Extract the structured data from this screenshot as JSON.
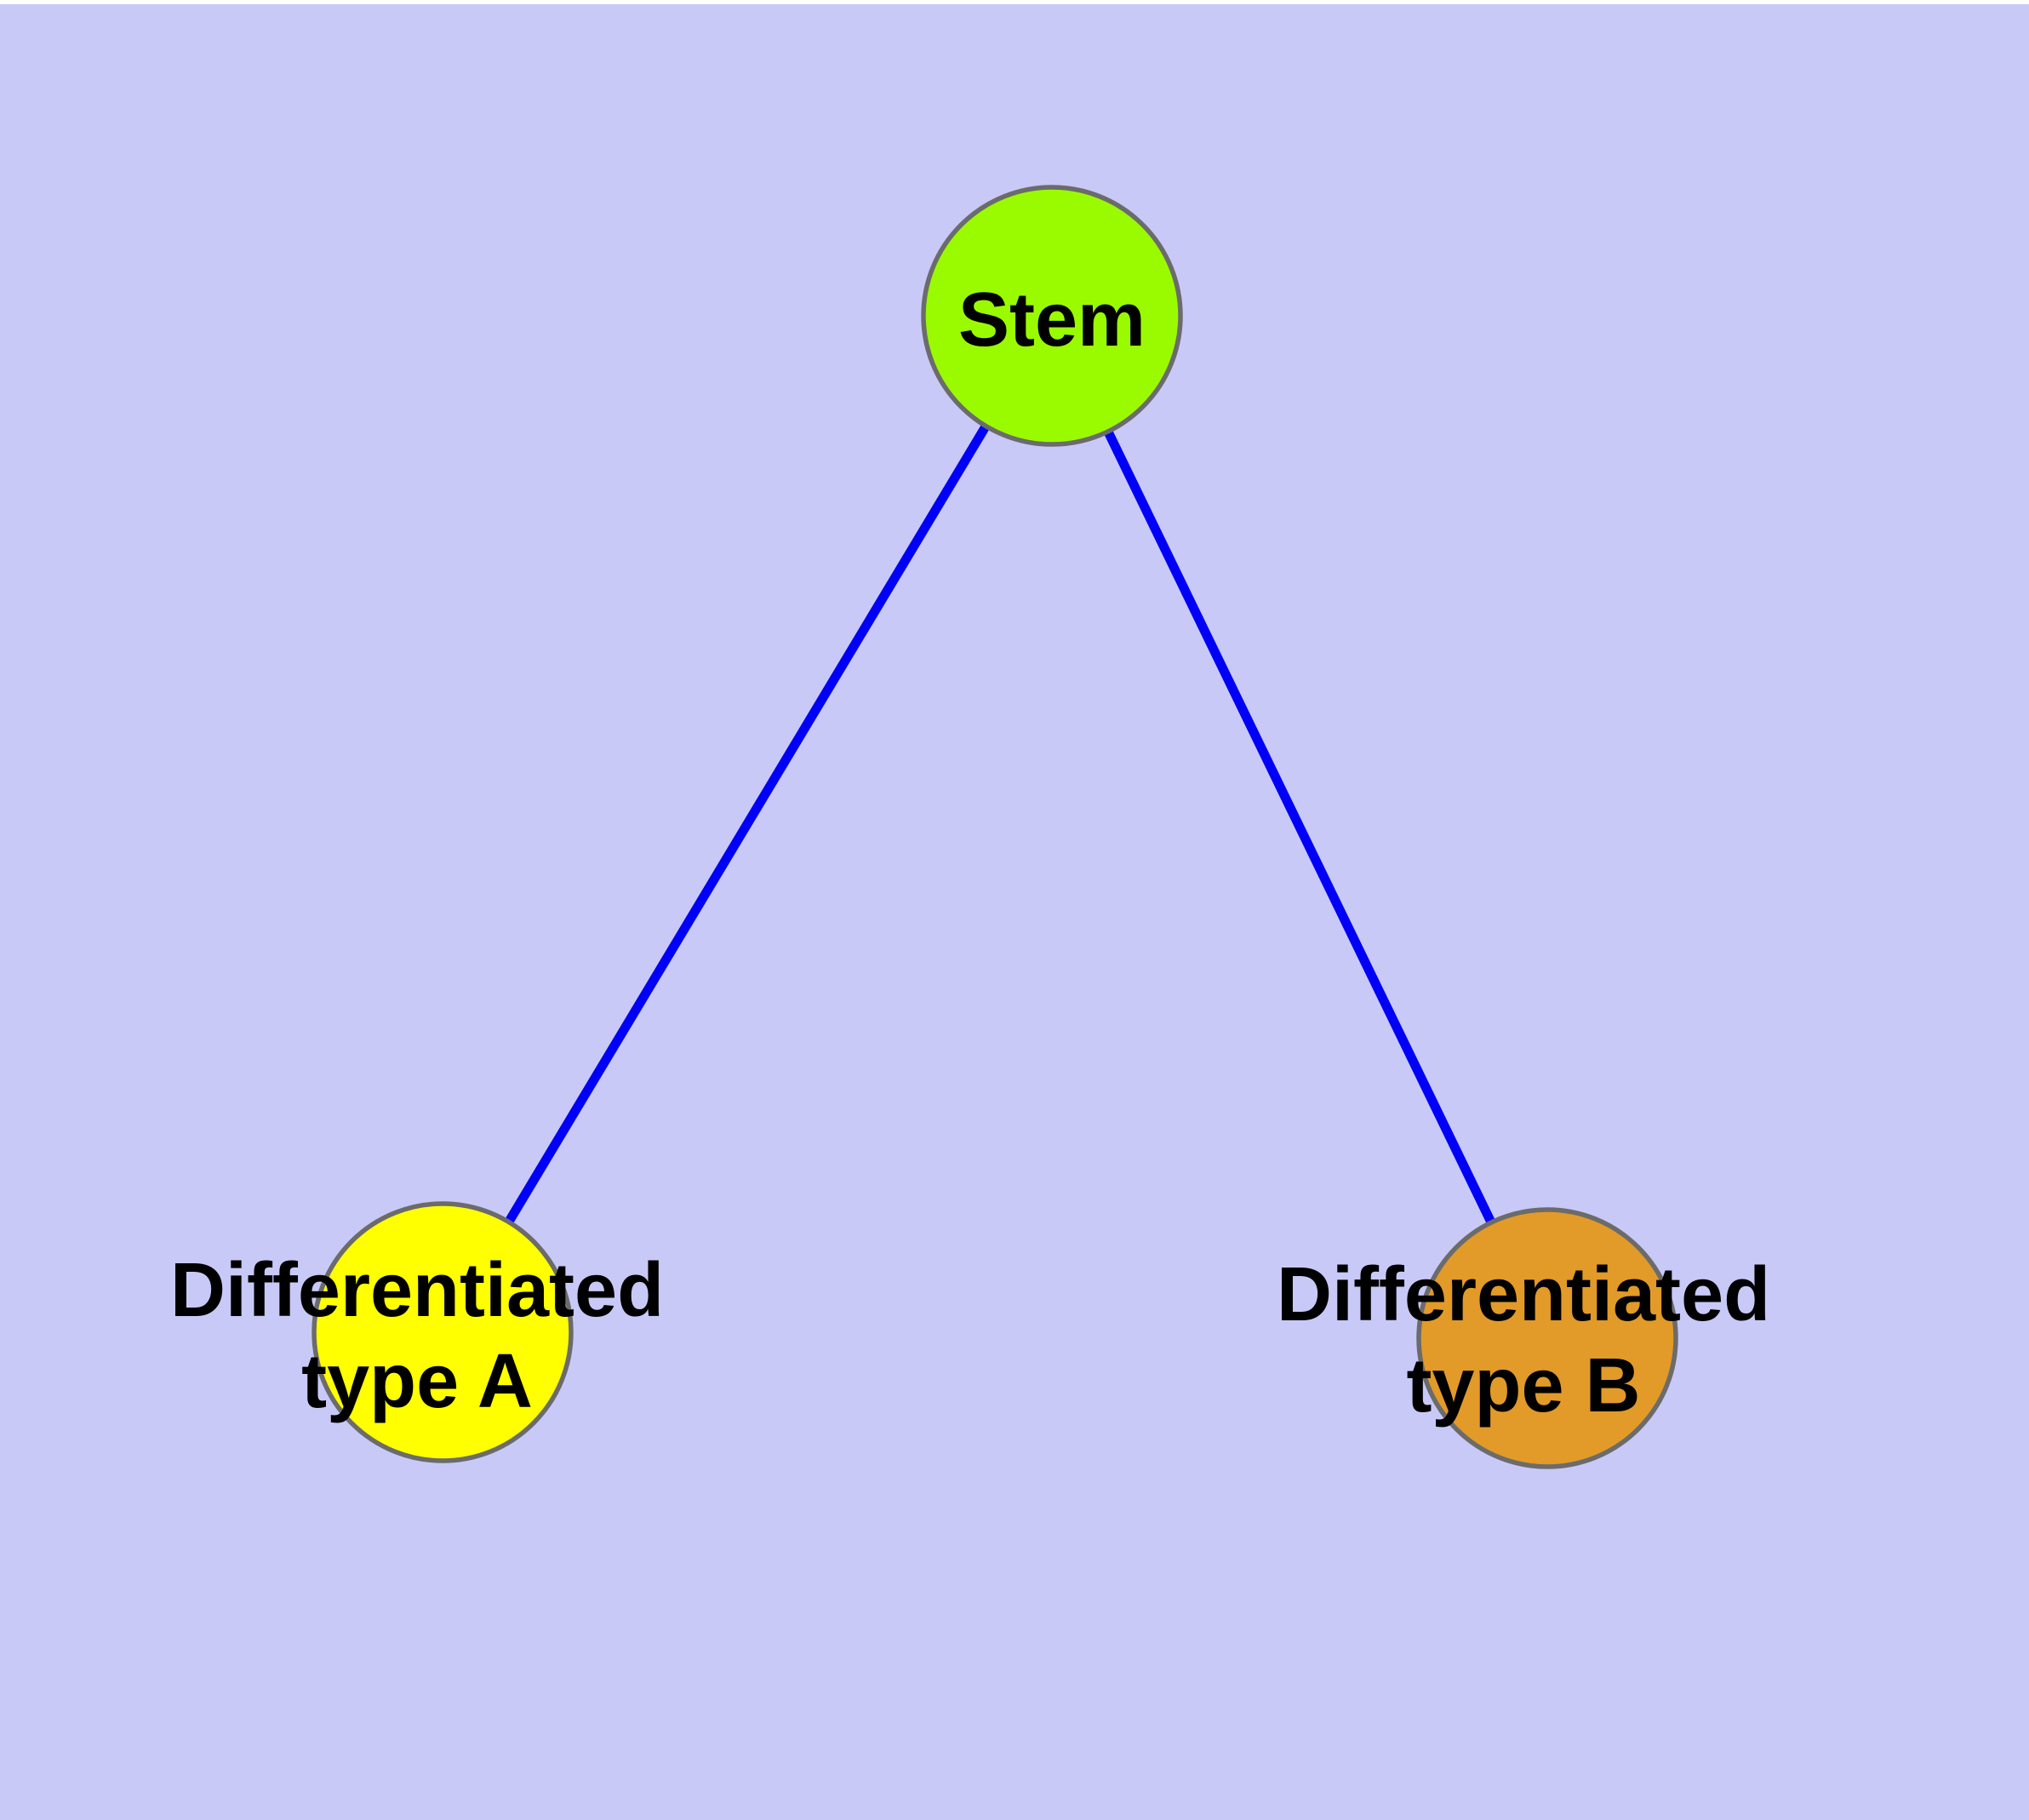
{
  "diagram": {
    "type": "node-link-graph",
    "background_color": "#C9C9F8",
    "top_border_color": "#FFFFFF",
    "edge_color": "#0000F8",
    "node_border_color": "#6B6B6B",
    "label_color": "#000000",
    "nodes": [
      {
        "id": "stem",
        "label": "Stem",
        "fill": "#9AFB00"
      },
      {
        "id": "differentiated-type-a",
        "label_line1": "Differentiated",
        "label_line2": "type A",
        "fill": "#FFFF00"
      },
      {
        "id": "differentiated-type-b",
        "label_line1": "Differentiated",
        "label_line2": "type B",
        "fill": "#E29A28"
      }
    ],
    "edges": [
      {
        "from": "stem",
        "to": "differentiated-type-a"
      },
      {
        "from": "stem",
        "to": "differentiated-type-b"
      }
    ]
  }
}
